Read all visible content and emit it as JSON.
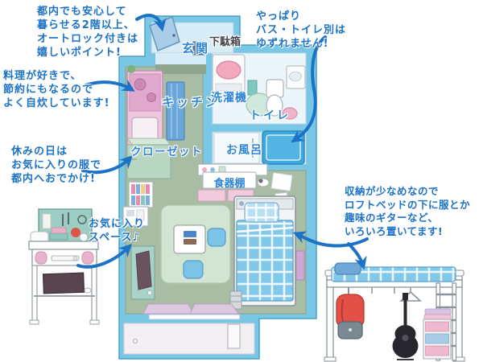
{
  "annotations": {
    "autolock": "都内でも安心して\n暮らせる2階以上、\nオートロック付きは\n嬉しいポイント!",
    "bath_toilet": "やっぱり\nバス・トイレ別は\nゆずれません!",
    "cooking": "料理が好きで、\n節約にもなるので\nよく自炊しています!",
    "outing": "休みの日は\nお気に入りの服で\n都内へおでかけ!",
    "favorite_space": "お気に入り\nスペース♪",
    "storage": "収納が少なめなので\nロフトベッドの下に服とか\n趣味のギターなど、\nいろいろ置いてます!"
  },
  "room_labels": {
    "entrance": "玄関",
    "shoe_cabinet": "下駄箱",
    "kitchen": "キッチン",
    "washing_machine": "洗濯機",
    "toilet": "トイレ",
    "bath": "お風呂",
    "closet": "クローゼット",
    "dish_cabinet": "食器棚"
  },
  "colors": {
    "annotation_blue": "#1b72c6",
    "label_blue": "#2f86d6",
    "label_dark": "#45464d",
    "wall_blue": "#79c6e5",
    "floor_green": "#a9bca4",
    "entry_floor": "#d8ecf7",
    "bath_blue": "#3fa7db",
    "bed_plaid_blue": "#82c8ea",
    "rug_green": "#d2e5d3",
    "kitchen_pink": "#edc7dd",
    "backpack_red": "#e25048"
  }
}
